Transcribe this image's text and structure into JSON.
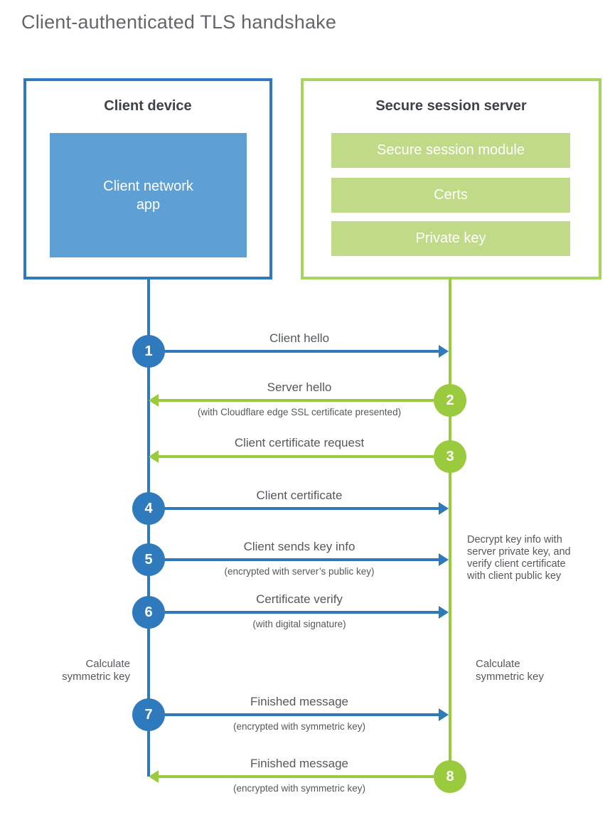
{
  "title": "Client-authenticated TLS handshake",
  "client": {
    "title": "Client device",
    "app_label": "Client network\napp"
  },
  "server": {
    "title": "Secure session server",
    "modules": [
      "Secure session module",
      "Certs",
      "Private key"
    ]
  },
  "steps": [
    {
      "number": "1",
      "actor": "client",
      "direction": "right",
      "label": "Client hello"
    },
    {
      "number": "2",
      "actor": "server",
      "direction": "left",
      "label": "Server hello",
      "sublabel": "(with Cloudflare edge SSL certificate presented)"
    },
    {
      "number": "3",
      "actor": "server",
      "direction": "left",
      "label": "Client certificate request"
    },
    {
      "number": "4",
      "actor": "client",
      "direction": "right",
      "label": "Client certificate"
    },
    {
      "number": "5",
      "actor": "client",
      "direction": "right",
      "label": "Client sends key info",
      "sublabel": "(encrypted with server’s public key)"
    },
    {
      "number": "6",
      "actor": "client",
      "direction": "right",
      "label": "Certificate verify",
      "sublabel": "(with digital signature)"
    },
    {
      "number": "7",
      "actor": "client",
      "direction": "right",
      "label": "Finished message",
      "sublabel": "(encrypted with symmetric key)"
    },
    {
      "number": "8",
      "actor": "server",
      "direction": "left",
      "label": "Finished message",
      "sublabel": "(encrypted with symmetric key)"
    }
  ],
  "annotations": {
    "decrypt_note": {
      "lines": [
        "Decrypt key info with",
        "server private key, and",
        "verify client certificate",
        "with client public key"
      ]
    },
    "client_calculate": {
      "lines": [
        "Calculate",
        "symmetric key"
      ]
    },
    "server_calculate": {
      "lines": [
        "Calculate",
        "symmetric key"
      ]
    }
  },
  "colors": {
    "client_blue": "#2f7abc",
    "client_fill_blue": "#5e9fd4",
    "server_green": "#9aca3e",
    "server_border_green": "#a6d45f",
    "server_fill_green": "#c0da88",
    "heading_text": "#3f4347",
    "label_text": "#55585c",
    "title_text": "#63666b"
  }
}
